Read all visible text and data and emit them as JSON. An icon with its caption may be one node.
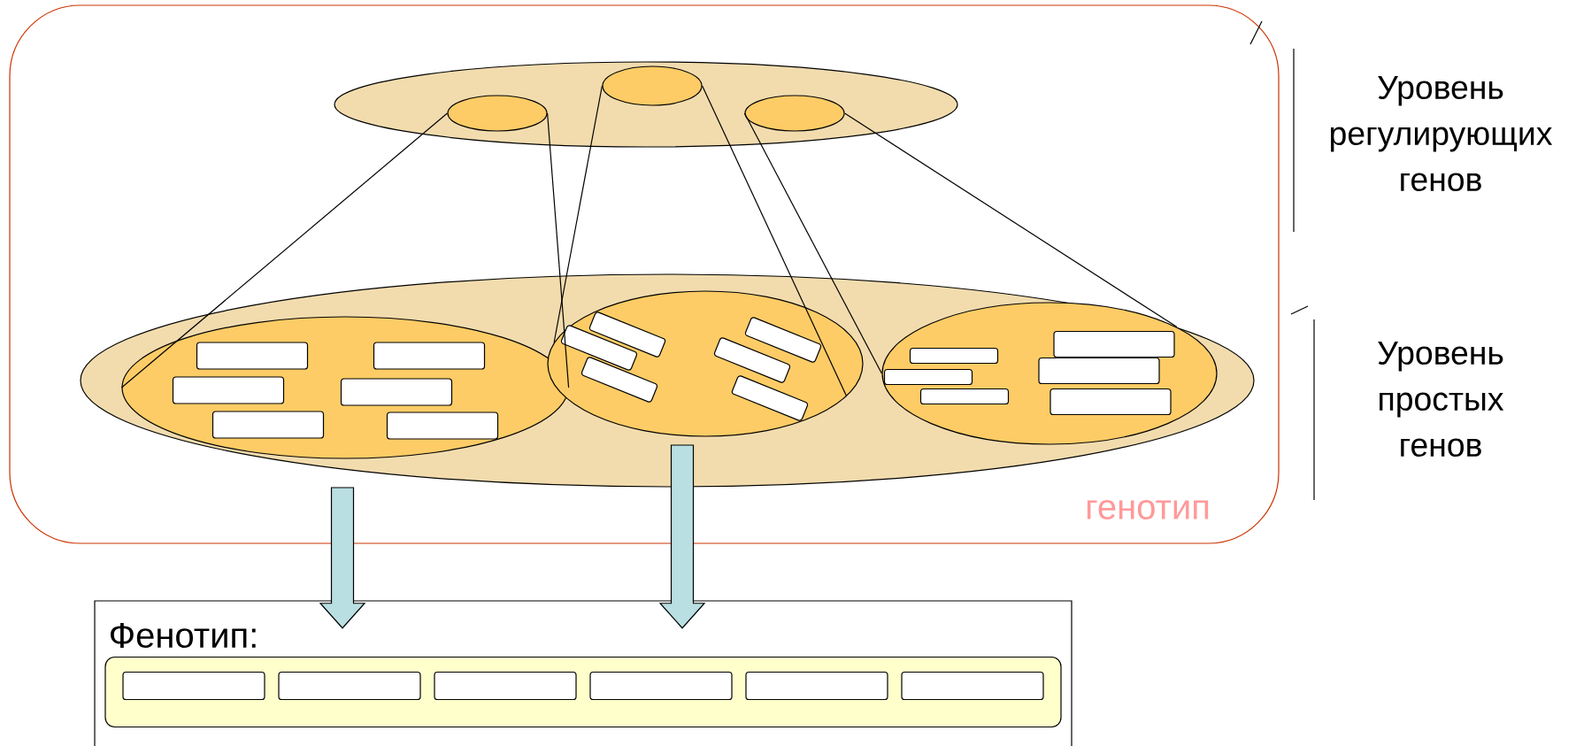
{
  "diagram": {
    "nodes": [
      {
        "text": [
          "генотип"
        ]
      },
      {
        "text": [],
        "shape": "ellipse",
        "in": 0
      },
      {
        "text": [],
        "shape": "ellipse",
        "in": 1
      },
      {
        "text": [],
        "shape": "ellipse",
        "in": 1
      },
      {
        "text": [],
        "shape": "ellipse",
        "in": 1
      },
      {
        "text": [],
        "shape": "ellipse",
        "in": 0
      },
      {
        "text": [],
        "shape": "ellipse",
        "in": 5
      },
      {
        "text": [],
        "shape": "ellipse",
        "in": 5
      },
      {
        "text": [],
        "shape": "ellipse",
        "in": 5
      },
      {
        "text": [],
        "shape": "box",
        "in": 6
      },
      {
        "text": [],
        "shape": "box",
        "in": 6
      },
      {
        "text": [],
        "shape": "box",
        "in": 6
      },
      {
        "text": [],
        "shape": "box",
        "in": 6
      },
      {
        "text": [],
        "shape": "box",
        "in": 6
      },
      {
        "text": [],
        "shape": "box",
        "in": 6
      },
      {
        "text": [],
        "shape": "box",
        "in": 7
      },
      {
        "text": [],
        "shape": "box",
        "in": 7
      },
      {
        "text": [],
        "shape": "box",
        "in": 7
      },
      {
        "text": [],
        "shape": "box",
        "in": 7
      },
      {
        "text": [],
        "shape": "box",
        "in": 7
      },
      {
        "text": [],
        "shape": "box",
        "in": 7
      },
      {
        "text": [],
        "shape": "box",
        "in": 8
      },
      {
        "text": [],
        "shape": "box",
        "in": 8
      },
      {
        "text": [],
        "shape": "box",
        "in": 8
      },
      {
        "text": [],
        "shape": "box",
        "in": 8
      },
      {
        "text": [],
        "shape": "box",
        "in": 8
      },
      {
        "text": [],
        "shape": "box",
        "in": 8
      },
      {
        "text": [
          "Фенотип:"
        ]
      },
      {
        "text": [],
        "shape": "box",
        "in": 27
      },
      {
        "text": [],
        "shape": "box",
        "in": 28
      },
      {
        "text": [],
        "shape": "box",
        "in": 28
      },
      {
        "text": [],
        "shape": "box",
        "in": 28
      },
      {
        "text": [],
        "shape": "box",
        "in": 28
      },
      {
        "text": [],
        "shape": "box",
        "in": 28
      },
      {
        "text": [],
        "shape": "box",
        "in": 28
      }
    ],
    "edges": [
      {
        "from": 2,
        "to": 6,
        "arrow": "none"
      },
      {
        "from": 2,
        "to": 6,
        "arrow": "none"
      },
      {
        "from": 3,
        "to": 7,
        "arrow": "none"
      },
      {
        "from": 3,
        "to": 7,
        "arrow": "none"
      },
      {
        "from": 4,
        "to": 8,
        "arrow": "none"
      },
      {
        "from": 4,
        "to": 8,
        "arrow": "none"
      },
      {
        "from": 5,
        "to": 27,
        "arrow": "to",
        "style": "thick",
        "color": "#b9dfe2"
      },
      {
        "from": 5,
        "to": 27,
        "arrow": "to",
        "style": "thick",
        "color": "#b9dfe2"
      }
    ],
    "labels": [
      "Уровень регулирующих генов",
      "Уровень простых генов"
    ]
  }
}
